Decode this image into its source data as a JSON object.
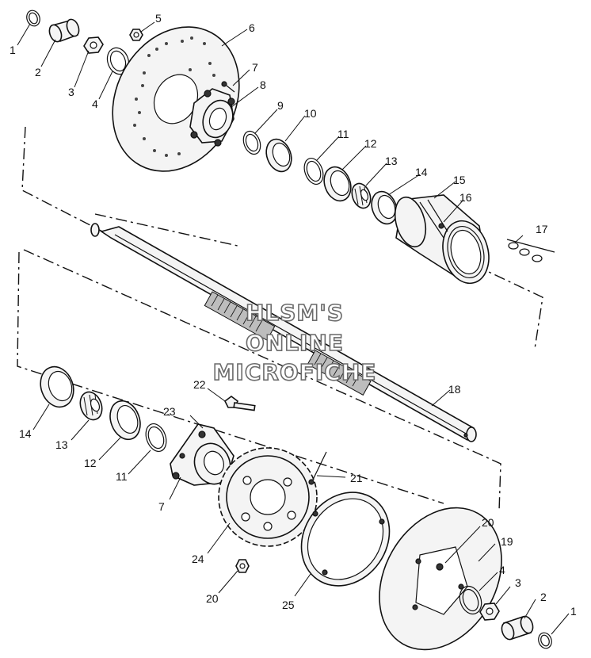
{
  "watermark": {
    "line1": "HLSM'S",
    "line2": "ONLINE",
    "line3": "MICROFICHE"
  },
  "callouts": {
    "c1_top": "1",
    "c2_top": "2",
    "c3_top": "3",
    "c4_top": "4",
    "c5": "5",
    "c6": "6",
    "c7_top": "7",
    "c8": "8",
    "c9": "9",
    "c10": "10",
    "c11_top": "11",
    "c12_top": "12",
    "c13_top": "13",
    "c14_top": "14",
    "c15": "15",
    "c16": "16",
    "c17": "17",
    "c18": "18",
    "c14_bot": "14",
    "c13_bot": "13",
    "c12_bot": "12",
    "c11_bot": "11",
    "c22": "22",
    "c23": "23",
    "c7_bot": "7",
    "c21": "21",
    "c24": "24",
    "c20_left": "20",
    "c25": "25",
    "c20_right": "20",
    "c19": "19",
    "c4_bot": "4",
    "c3_bot": "3",
    "c2_bot": "2",
    "c1_bot": "1"
  }
}
